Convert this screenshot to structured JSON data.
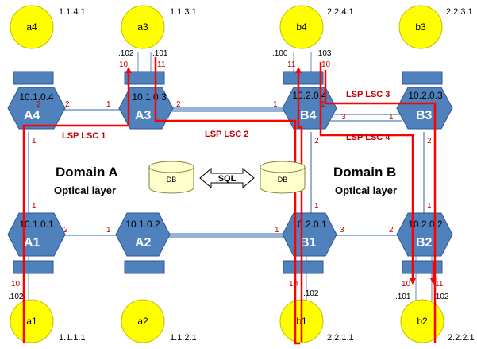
{
  "colors": {
    "hex_fill": "#4f81bd",
    "hex_stroke": "#2f5597",
    "host_fill": "#ffff00",
    "host_stroke": "#bfbf00",
    "link": "#95b3d7",
    "lsp": "#ff0000",
    "port_red": "#c00000",
    "db_fill": "#ffffcc"
  },
  "domains": [
    {
      "title": "Domain A",
      "subtitle": "Optical layer"
    },
    {
      "title": "Domain B",
      "subtitle": "Optical layer"
    }
  ],
  "nodes": [
    {
      "name": "A4",
      "ip": "10.1.0.4"
    },
    {
      "name": "A3",
      "ip": "10.1.0.3"
    },
    {
      "name": "B4",
      "ip": "10.2.0.4"
    },
    {
      "name": "B3",
      "ip": "10.2.0.3"
    },
    {
      "name": "A1",
      "ip": "10.1.0.1"
    },
    {
      "name": "A2",
      "ip": "10.1.0.2"
    },
    {
      "name": "B1",
      "ip": "10.2.0.1"
    },
    {
      "name": "B2",
      "ip": "10.2.0.2"
    }
  ],
  "hosts": [
    {
      "name": "a4",
      "ip": "1.1.4.1"
    },
    {
      "name": "a3",
      "ip": "1.1.3.1"
    },
    {
      "name": "b4",
      "ip": "2.2.4.1"
    },
    {
      "name": "b3",
      "ip": "2.2.3.1"
    },
    {
      "name": "a1",
      "ip": "1.1.1.1"
    },
    {
      "name": "a2",
      "ip": "1.1.2.1"
    },
    {
      "name": "b1",
      "ip": "2.2.1.1"
    },
    {
      "name": "b2",
      "ip": "2.2.2.1"
    }
  ],
  "host_port_labels": [
    ".102",
    ".101",
    ".100",
    ".103",
    ".102",
    ".102",
    ".101",
    ".102"
  ],
  "red_ports": [
    "10",
    "11",
    "11",
    "10",
    "10",
    "10",
    "10",
    "11"
  ],
  "link_ports": [
    "2",
    "1",
    "2",
    "1",
    "3",
    "1",
    "1",
    "1",
    "2",
    "1",
    "2",
    "1",
    "1",
    "3",
    "2",
    "2",
    "1",
    "2",
    "1"
  ],
  "lsp_labels": [
    "LSP LSC 1",
    "LSP LSC 2",
    "LSP LSC 3",
    "LSP LSC 4"
  ],
  "db": {
    "left": "DB",
    "right": "DB",
    "protocol": "SQL"
  }
}
